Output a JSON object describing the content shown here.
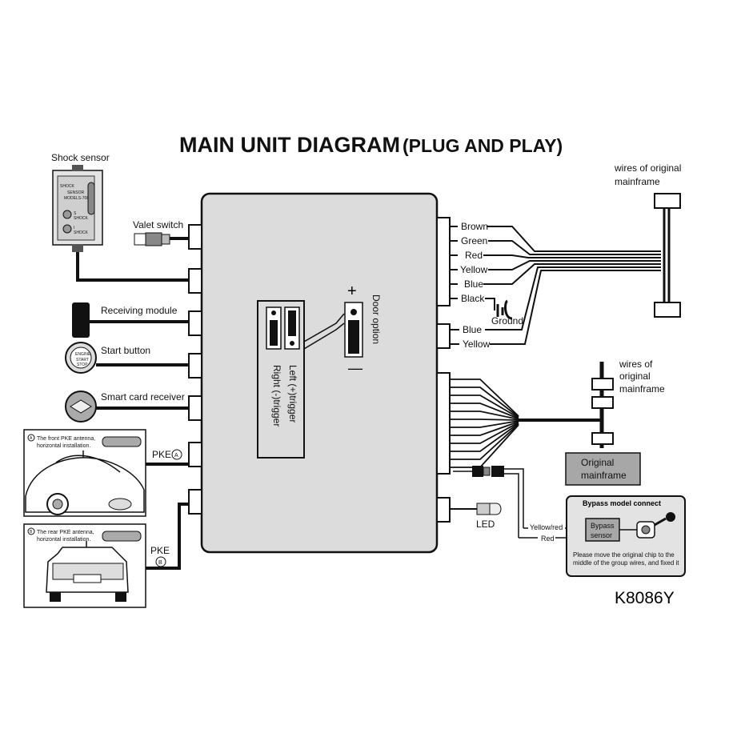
{
  "title": {
    "main": "MAIN UNIT DIAGRAM",
    "sub": "(PLUG AND PLAY)"
  },
  "model": "K8086Y",
  "left": {
    "shock_sensor": "Shock sensor",
    "shock_sensor_face": {
      "line1": "SHOCK",
      "line2": "SENSOR",
      "line3": "MODELS-708",
      "knob1": "S",
      "knob1b": "SHOCK",
      "knob2": "I",
      "knob2b": "SHOCK"
    },
    "valet_switch": "Valet switch",
    "receiving_module": "Receiving module",
    "start_button": "Start button",
    "start_button_face": {
      "line1": "ENGINE",
      "line2": "START",
      "line3": "STOP"
    },
    "smart_card_receiver": "Smart card receiver",
    "pke_a": "PKE",
    "pke_b": "PKE",
    "badge_a": "A",
    "badge_b": "B",
    "front_antenna_line1": "The front PKE antenna,",
    "front_antenna_line2": "horizontal installation.",
    "rear_antenna_line1": "The rear PKE antenna,",
    "rear_antenna_line2": "horizontal installation."
  },
  "center": {
    "door_option": "Door option",
    "plus": "+",
    "minus": "—",
    "left_trigger": "Left  (+)trigger",
    "right_trigger": "Right (-)trigger"
  },
  "right": {
    "wires_top": [
      "Brown",
      "Green",
      "Red",
      "Yellow",
      "Blue",
      "Black"
    ],
    "ground": "Ground",
    "wires_mid": [
      "Blue",
      "Yellow"
    ],
    "orig_mainframe_top_line1": "wires of original",
    "orig_mainframe_top_line2": "mainframe",
    "orig_mainframe_mid_line1": "wires of",
    "orig_mainframe_mid_line2": "original",
    "orig_mainframe_mid_line3": "mainframe",
    "original_mainframe_line1": "Original",
    "original_mainframe_line2": "mainframe",
    "led": "LED",
    "yellow_red": "Yellow/red",
    "red": "Red",
    "bypass_title": "Bypass model connect",
    "bypass_sensor_line1": "Bypass",
    "bypass_sensor_line2": "sensor",
    "bypass_note_line1": "Please move the original chip to the",
    "bypass_note_line2": "middle of the group wires, and fixed it"
  },
  "colors": {
    "unit_fill": "#dcdcdc",
    "mainframe_fill": "#a7a7a7",
    "bypass_fill": "#e3e3e3",
    "line": "#111111"
  }
}
